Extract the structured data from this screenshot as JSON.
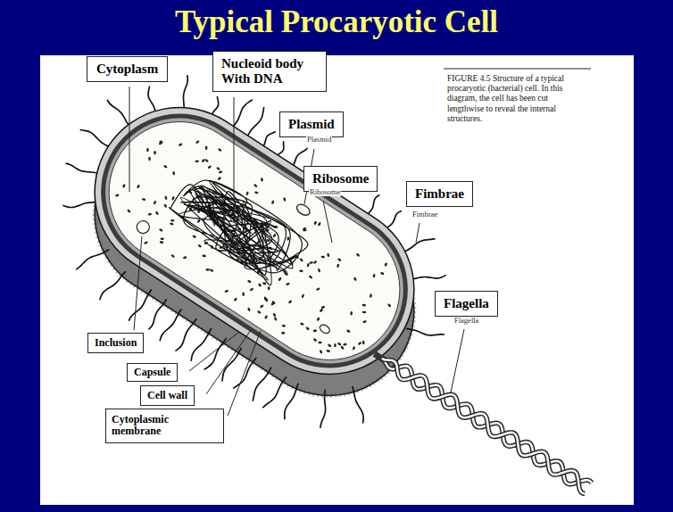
{
  "diagram": {
    "title": "Typical Procaryotic Cell",
    "caption": "FIGURE 4.5 Structure of a typical procaryotic (bacterial) cell. In this diagram, the cell has been cut lengthwise to reveal the internal structures.",
    "nodes": [
      {
        "text": [
          "Cytoplasm"
        ]
      },
      {
        "text": [
          "Nucleoid body With DNA"
        ]
      },
      {
        "text": [
          "Plasmid"
        ]
      },
      {
        "text": [
          "Ribosome"
        ]
      },
      {
        "text": [
          "Fimbrae"
        ]
      },
      {
        "text": [
          "Flagella"
        ]
      },
      {
        "text": [
          "Inclusion"
        ]
      },
      {
        "text": [
          "Capsule"
        ]
      },
      {
        "text": [
          "Cell wall"
        ]
      },
      {
        "text": [
          "Cytoplasmic membrane"
        ]
      }
    ],
    "labels": [
      "Plasmid",
      "Ribosome",
      "Fimbrae",
      "Flagella"
    ]
  }
}
